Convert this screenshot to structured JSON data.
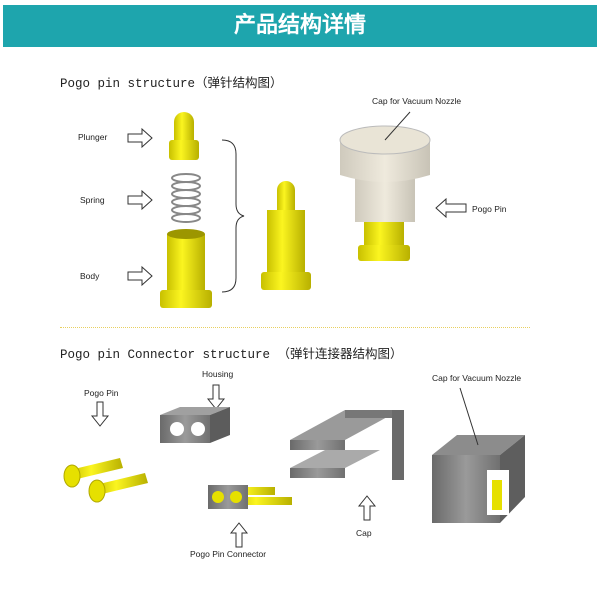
{
  "header": {
    "title": "产品结构详情"
  },
  "section1": {
    "title": "Pogo pin structure（弹针结构图）",
    "labels": {
      "plunger": "Plunger",
      "spring": "Spring",
      "body": "Body",
      "cap": "Cap for Vacuum Nozzle",
      "pogo_pin": "Pogo Pin"
    }
  },
  "section2": {
    "title": "Pogo pin Connector structure （弹针连接器结构图）",
    "labels": {
      "pogo_pin": "Pogo Pin",
      "housing": "Housing",
      "cap_vacuum": "Cap for Vacuum Nozzle",
      "connector": "Pogo Pin Connector",
      "cap": "Cap"
    }
  },
  "colors": {
    "header": "#1ea5ad",
    "pin_yellow": "#e6e000",
    "housing_gray": "#808080",
    "cap_beige": "#e2ddd0"
  }
}
